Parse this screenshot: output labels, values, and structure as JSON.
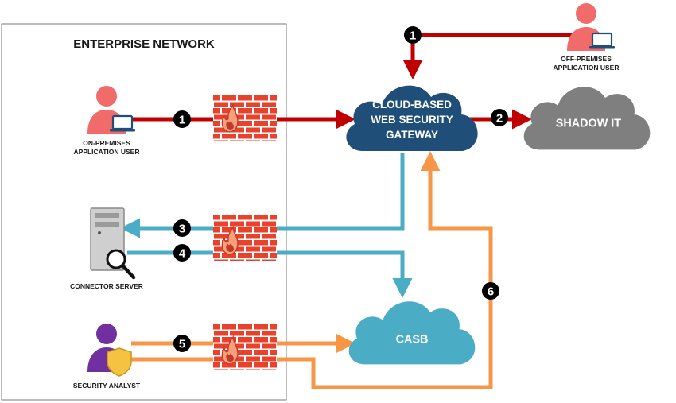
{
  "enterprise": {
    "title": "ENTERPRISE NETWORK"
  },
  "actors": {
    "onprem_user": {
      "line1": "ON-PREMISES",
      "line2": "APPLICATION USER"
    },
    "offprem_user": {
      "line1": "OFF-PREMISES",
      "line2": "APPLICATION USER"
    },
    "connector": {
      "label": "CONNECTOR SERVER"
    },
    "analyst": {
      "label": "SECURITY ANALYST"
    }
  },
  "clouds": {
    "gateway": {
      "line1": "CLOUD-BASED",
      "line2": "WEB SECURITY",
      "line3": "GATEWAY"
    },
    "shadow": {
      "label": "SHADOW IT"
    },
    "casb": {
      "label": "CASB"
    }
  },
  "steps": {
    "s1a": "1",
    "s1b": "1",
    "s2": "2",
    "s3": "3",
    "s4": "4",
    "s5": "5",
    "s6": "6"
  },
  "colors": {
    "red": "#C00000",
    "blue": "#4BACC6",
    "orange": "#F79646",
    "gateway": "#1F4E79",
    "shadow": "#7F7F7F",
    "casb": "#4BACC6",
    "person": "#F26B6B",
    "analyst": "#7030A0",
    "firewall": "#E8412C"
  }
}
